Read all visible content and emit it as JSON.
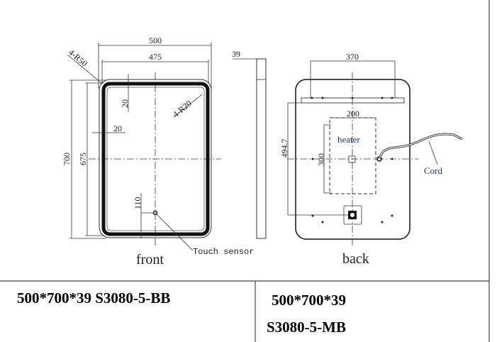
{
  "front": {
    "title": "front",
    "dim_width_outer": "500",
    "dim_width_inner": "475",
    "dim_height_outer": "700",
    "dim_height_inner": "675",
    "radius_outer": "4-R50",
    "radius_inner": "4-R20",
    "frame_top": "20",
    "frame_side": "20",
    "sensor_offset": "110",
    "touch_sensor_label": "Touch sensor"
  },
  "side": {
    "depth": "39"
  },
  "back": {
    "title": "back",
    "bracket_width": "370",
    "heater_width": "200",
    "heater_height": "300",
    "heater_label": "heater",
    "mount_height": "494.7",
    "cord_label": "Cord"
  },
  "footer": {
    "left_model": "500*700*39 S3080-5-BB",
    "right_size": "500*700*39",
    "right_model": "S3080-5-MB"
  }
}
